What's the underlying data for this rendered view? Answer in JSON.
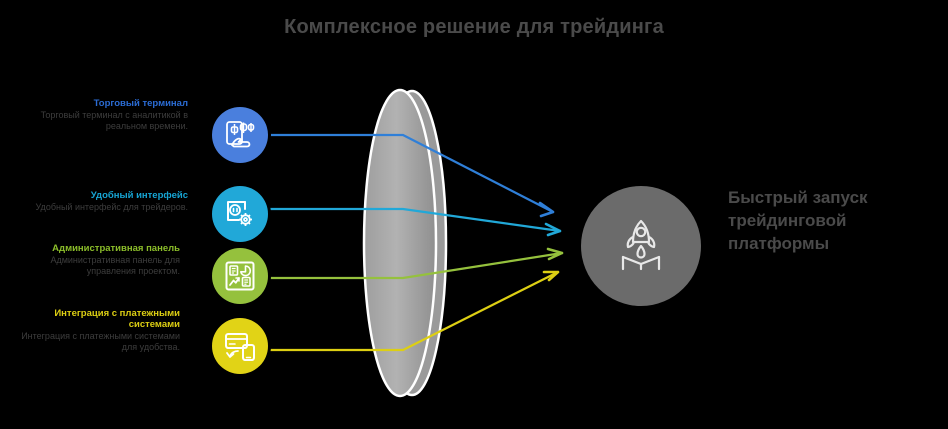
{
  "title": "Комплексное решение для трейдинга",
  "colors": {
    "blue": "#4a7fdd",
    "blue_text": "#2b6cd4",
    "cyan": "#21a8d8",
    "cyan_text": "#16a5d4",
    "green": "#95c13d",
    "green_text": "#8cbe2a",
    "yellow": "#e1d316",
    "yellow_text": "#ddcf13",
    "gray_circle": "#6b6b6b",
    "lens_gray": "#a8a8a8",
    "title_text": "#4a4a4a",
    "background": "#000000"
  },
  "features": [
    {
      "title": "Торговый терминал",
      "description": "Торговый терминал с аналитикой в реальном времени.",
      "icon": "trading-terminal-chart-hand-icon",
      "color": "#4a7fdd"
    },
    {
      "title": "Удобный интерфейс",
      "description": "Удобный интерфейс для трейдеров.",
      "icon": "interface-screen-gear-icon",
      "color": "#21a8d8"
    },
    {
      "title": "Административная панель",
      "description": "Административная панель для управления проектом.",
      "icon": "admin-dashboard-panel-icon",
      "color": "#95c13d"
    },
    {
      "title": "Интеграция с платежными системами",
      "description": "Интеграция с платежными системами для удобства.",
      "icon": "payment-card-mobile-icon",
      "color": "#e1d316"
    }
  ],
  "center": {
    "shape": "lens-ellipse-disc",
    "icon": "rocket-launch-icon"
  },
  "result": {
    "text": "Быстрый запуск трейдинговой платформы",
    "icon": "rocket-launch-icon"
  }
}
